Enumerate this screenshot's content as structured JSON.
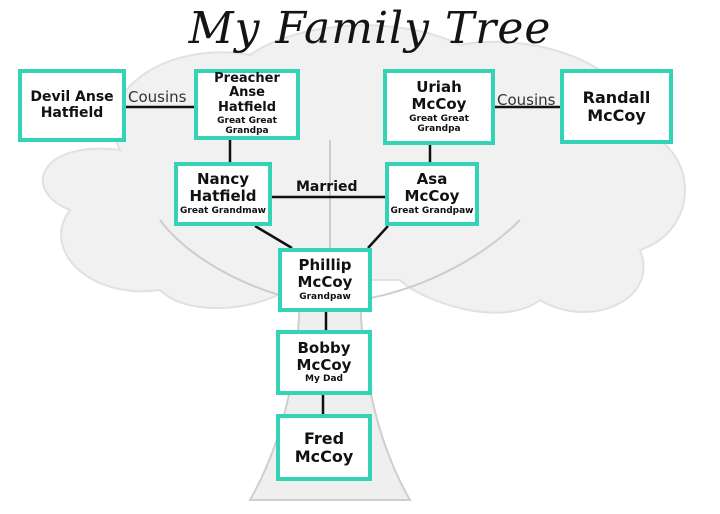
{
  "title": "My Family Tree",
  "colors": {
    "box_border": "#34d3b6",
    "line": "#111111",
    "tree": "#cfcfcf"
  },
  "people": {
    "devil_anse": {
      "line1": "Devil Anse",
      "line2": "Hatfield",
      "role": ""
    },
    "preacher_anse": {
      "line1": "Preacher Anse",
      "line2": "Hatfield",
      "role": "Great Great Grandpa"
    },
    "uriah": {
      "line1": "Uriah",
      "line2": "McCoy",
      "role": "Great Great Grandpa"
    },
    "randall": {
      "line1": "Randall",
      "line2": "McCoy",
      "role": ""
    },
    "nancy": {
      "line1": "Nancy",
      "line2": "Hatfield",
      "role": "Great Grandmaw"
    },
    "asa": {
      "line1": "Asa",
      "line2": "McCoy",
      "role": "Great Grandpaw"
    },
    "phillip": {
      "line1": "Phillip",
      "line2": "McCoy",
      "role": "Grandpaw"
    },
    "bobby": {
      "line1": "Bobby",
      "line2": "McCoy",
      "role": "My Dad"
    },
    "fred": {
      "line1": "Fred",
      "line2": "McCoy",
      "role": ""
    }
  },
  "relations": {
    "cousins_left": "Cousins",
    "cousins_right": "Cousins",
    "married": "Married"
  }
}
